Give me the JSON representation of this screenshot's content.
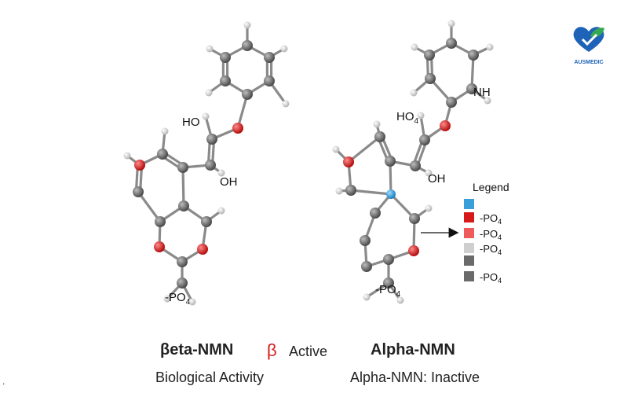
{
  "brand": {
    "name": "AUSMEDIC",
    "colors": {
      "blue": "#1e63b8",
      "green": "#34a853"
    }
  },
  "left_molecule": {
    "labels": {
      "oh_top": "HO",
      "oh_right": "OH",
      "phosphate": "-PO",
      "phosphate_sub": "4"
    }
  },
  "right_molecule": {
    "labels": {
      "nh": "NH",
      "oh_top": "HO",
      "oh_top_sub": "4",
      "oh_right": "OH",
      "phosphate": "-PO",
      "phosphate_sub": "4"
    }
  },
  "legend": {
    "title": "Legend",
    "items": [
      {
        "color": "#3a9fd8",
        "label": "",
        "sub": ""
      },
      {
        "color": "#d61a1a",
        "label": "-PO",
        "sub": "4"
      },
      {
        "color": "#ef5a5a",
        "label": "-PO",
        "sub": "4"
      },
      {
        "color": "#cfcfcf",
        "label": "-PO",
        "sub": "4"
      },
      {
        "color": "#6a6a6a",
        "label": "",
        "sub": ""
      },
      {
        "color": "#6a6a6a",
        "label": "-PO",
        "sub": "4"
      }
    ]
  },
  "atom_colors": {
    "carbon": "#666666",
    "oxygen": "#d91c1c",
    "hydrogen": "#e6e6e6",
    "nitrogen": "#3a9fd8"
  },
  "captions": {
    "beta_title": "βeta-NMN",
    "beta_symbol": "β",
    "active": "Active",
    "alpha_title": "Alpha-NMN",
    "bio_activity": "Biological Activity",
    "alpha_inactive": "Alpha-NMN: Inactive",
    "stray_mark": "."
  }
}
